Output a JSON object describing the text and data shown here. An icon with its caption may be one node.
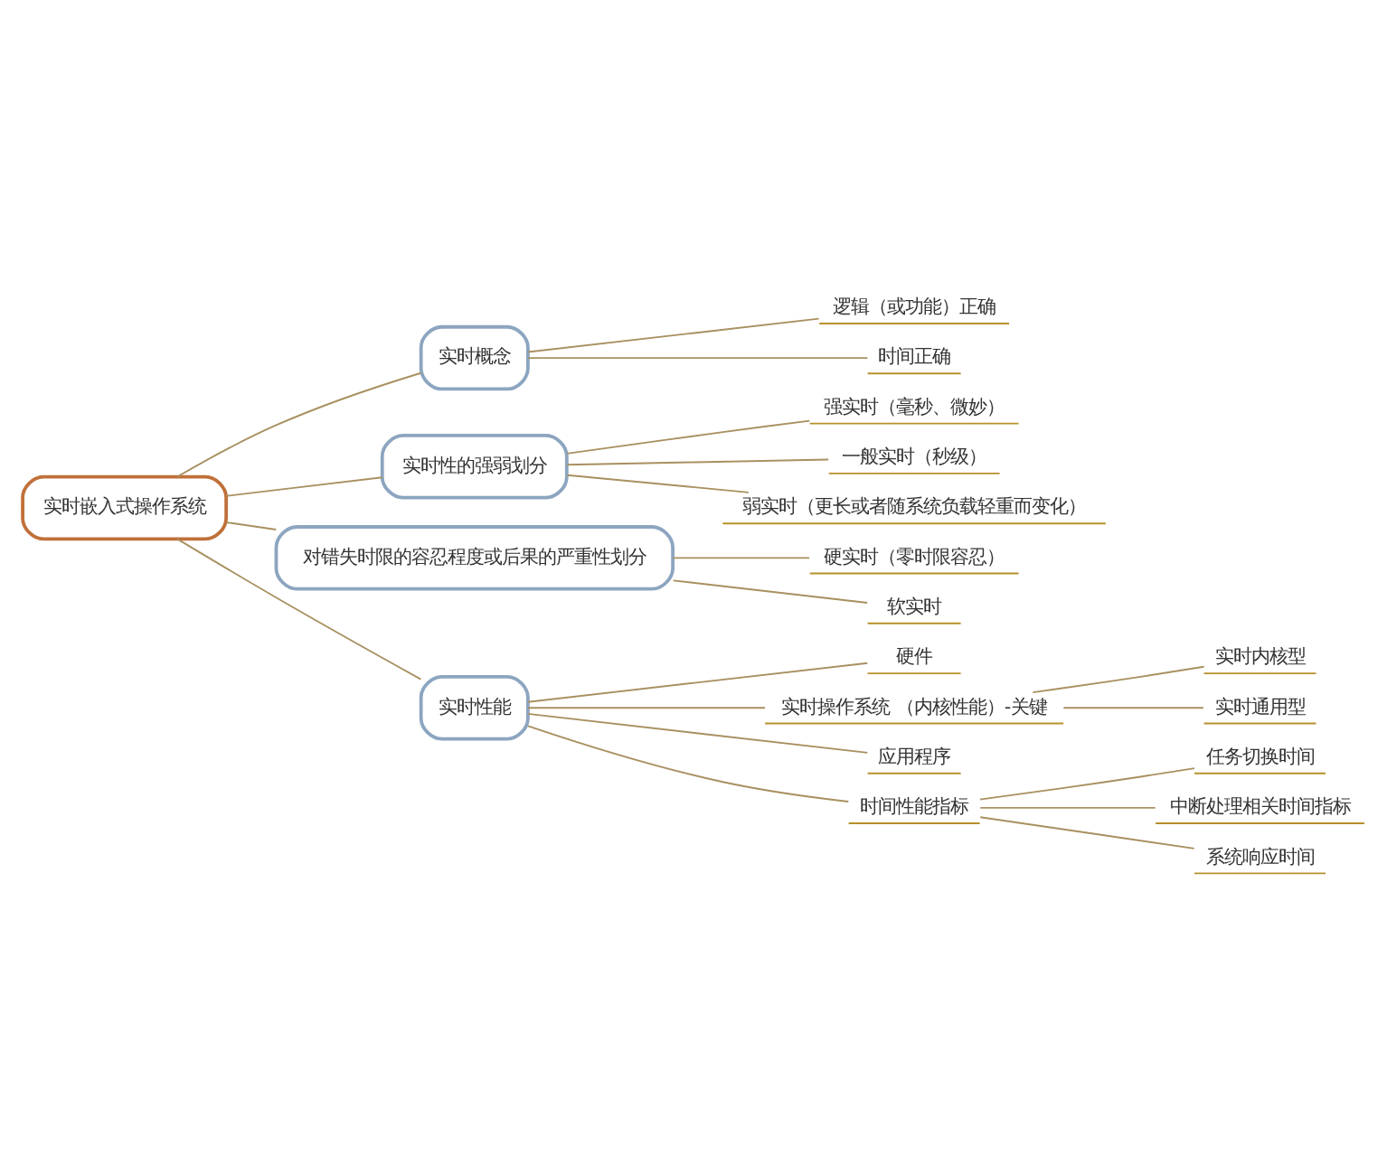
{
  "diagram": {
    "nodes": [
      {
        "text": [
          "实时嵌入式操作系统"
        ]
      },
      {
        "text": [
          "实时概念"
        ]
      },
      {
        "text": [
          "逻辑（或功能）正确"
        ]
      },
      {
        "text": [
          "时间正确"
        ]
      },
      {
        "text": [
          "实时性的强弱划分"
        ]
      },
      {
        "text": [
          "强实时（毫秒、微妙）"
        ]
      },
      {
        "text": [
          "一般实时（秒级）"
        ]
      },
      {
        "text": [
          "弱实时（更长或者随系统负载轻重而变化）"
        ]
      },
      {
        "text": [
          "对错失时限的容忍程度或后果的严重性划分"
        ]
      },
      {
        "text": [
          "硬实时（零时限容忍）"
        ]
      },
      {
        "text": [
          "软实时"
        ]
      },
      {
        "text": [
          "实时性能"
        ]
      },
      {
        "text": [
          "硬件"
        ]
      },
      {
        "text": [
          "实时操作系统 （内核性能）-关键"
        ]
      },
      {
        "text": [
          "实时内核型"
        ]
      },
      {
        "text": [
          "实时通用型"
        ]
      },
      {
        "text": [
          "应用程序"
        ]
      },
      {
        "text": [
          "时间性能指标"
        ]
      },
      {
        "text": [
          "任务切换时间"
        ]
      },
      {
        "text": [
          "中断处理相关时间指标"
        ]
      },
      {
        "text": [
          "系统响应时间"
        ]
      }
    ],
    "edges": [
      {
        "from": 0,
        "to": 1,
        "arrow": "none"
      },
      {
        "from": 1,
        "to": 2,
        "arrow": "none"
      },
      {
        "from": 1,
        "to": 3,
        "arrow": "none"
      },
      {
        "from": 0,
        "to": 4,
        "arrow": "none"
      },
      {
        "from": 4,
        "to": 5,
        "arrow": "none"
      },
      {
        "from": 4,
        "to": 6,
        "arrow": "none"
      },
      {
        "from": 4,
        "to": 7,
        "arrow": "none"
      },
      {
        "from": 0,
        "to": 8,
        "arrow": "none"
      },
      {
        "from": 8,
        "to": 9,
        "arrow": "none"
      },
      {
        "from": 8,
        "to": 10,
        "arrow": "none"
      },
      {
        "from": 0,
        "to": 11,
        "arrow": "none"
      },
      {
        "from": 11,
        "to": 12,
        "arrow": "none"
      },
      {
        "from": 11,
        "to": 13,
        "arrow": "none"
      },
      {
        "from": 13,
        "to": 14,
        "arrow": "none"
      },
      {
        "from": 13,
        "to": 15,
        "arrow": "none"
      },
      {
        "from": 11,
        "to": 16,
        "arrow": "none"
      },
      {
        "from": 11,
        "to": 17,
        "arrow": "none"
      },
      {
        "from": 17,
        "to": 18,
        "arrow": "none"
      },
      {
        "from": 17,
        "to": 19,
        "arrow": "none"
      },
      {
        "from": 17,
        "to": 20,
        "arrow": "none"
      }
    ]
  }
}
